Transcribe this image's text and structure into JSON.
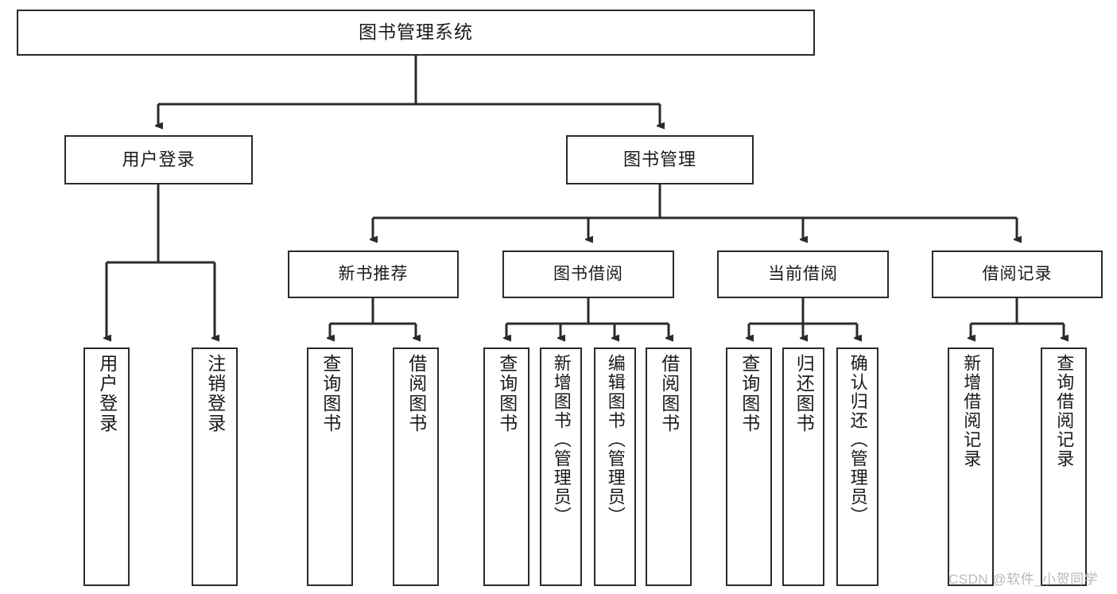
{
  "diagram": {
    "type": "tree",
    "orientation": "top-down",
    "title": "图书管理系统",
    "style": {
      "box_fill": "#ffffff",
      "box_stroke": "#2b2b2b",
      "text_color": "#1a1a1a",
      "background": "#ffffff"
    },
    "levels": 4
  },
  "root": {
    "label": "图书管理系统"
  },
  "level2": [
    {
      "label": "用户登录"
    },
    {
      "label": "图书管理"
    }
  ],
  "level3": [
    {
      "label": "新书推荐"
    },
    {
      "label": "图书借阅"
    },
    {
      "label": "当前借阅"
    },
    {
      "label": "借阅记录"
    }
  ],
  "leaves": {
    "user_login": [
      {
        "label": "用户登录"
      },
      {
        "label": "注销登录"
      }
    ],
    "new_book_recommend": [
      {
        "label": "查询图书"
      },
      {
        "label": "借阅图书"
      }
    ],
    "book_borrow": [
      {
        "label": "查询图书"
      },
      {
        "label": "新增图书（管理员）"
      },
      {
        "label": "编辑图书（管理员）"
      },
      {
        "label": "借阅图书"
      }
    ],
    "current_borrow": [
      {
        "label": "查询图书"
      },
      {
        "label": "归还图书"
      },
      {
        "label": "确认归还（管理员）"
      }
    ],
    "borrow_record": [
      {
        "label": "新增借阅记录"
      },
      {
        "label": "查询借阅记录"
      }
    ]
  },
  "watermark": {
    "text": "CSDN @软件_小贺同学"
  }
}
